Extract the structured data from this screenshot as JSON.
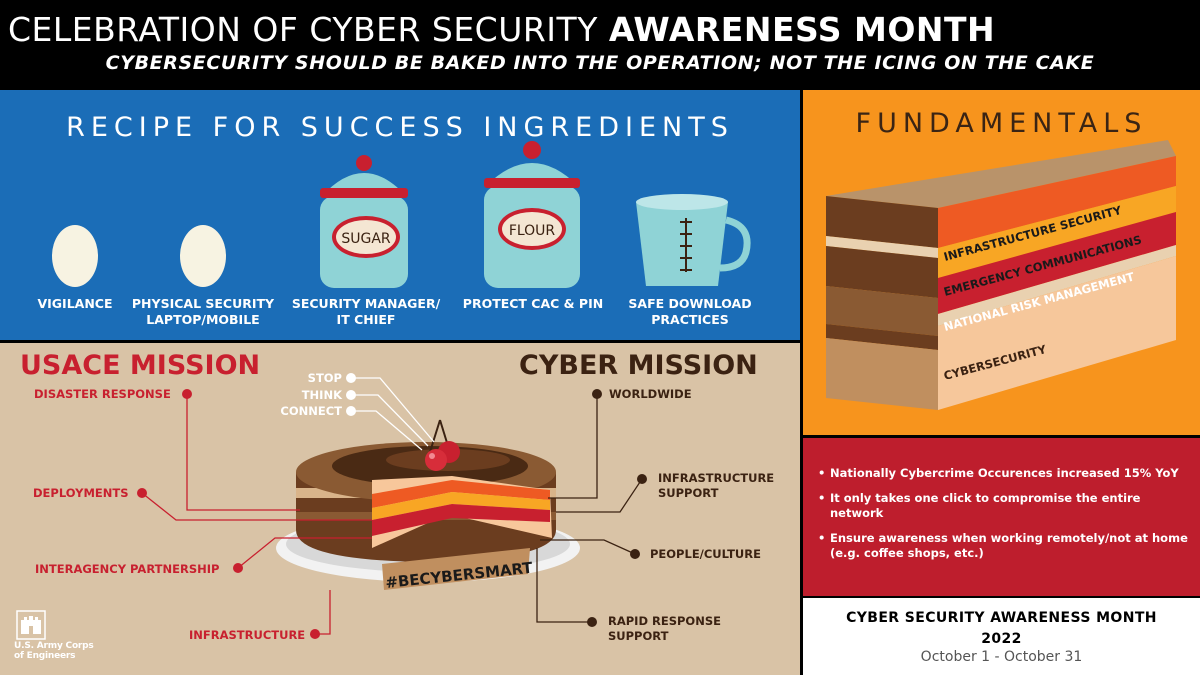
{
  "header": {
    "title_light": "CELEBRATION OF CYBER SECURITY ",
    "title_bold": "AWARENESS MONTH",
    "subtitle": "CYBERSECURITY SHOULD BE BAKED INTO THE OPERATION; NOT THE ICING ON THE CAKE"
  },
  "ingredients": {
    "title": "RECIPE FOR SUCCESS INGREDIENTS",
    "items": [
      {
        "label_1": "VIGILANCE",
        "label_2": ""
      },
      {
        "label_1": "PHYSICAL SECURITY",
        "label_2": "LAPTOP/MOBILE"
      },
      {
        "label_1": "SECURITY MANAGER/",
        "label_2": "IT CHIEF",
        "jar_text": "SUGAR"
      },
      {
        "label_1": "PROTECT CAC & PIN",
        "label_2": "",
        "jar_text": "FLOUR"
      },
      {
        "label_1": "SAFE DOWNLOAD",
        "label_2": "PRACTICES"
      }
    ]
  },
  "fundamentals": {
    "title": "FUNDAMENTALS",
    "layers": [
      "INFRASTRUCTURE SECURITY",
      "EMERGENCY COMMUNICATIONS",
      "NATIONAL RISK MANAGEMENT",
      "CYBERSECURITY"
    ]
  },
  "usace": {
    "title": "USACE MISSION",
    "items": [
      "DISASTER RESPONSE",
      "DEPLOYMENTS",
      "INTERAGENCY PARTNERSHIP",
      "INFRASTRUCTURE"
    ]
  },
  "cyber": {
    "title": "CYBER MISSION",
    "items": [
      {
        "line_1": "WORLDWIDE",
        "line_2": ""
      },
      {
        "line_1": "INFRASTRUCTURE",
        "line_2": "SUPPORT"
      },
      {
        "line_1": "PEOPLE/CULTURE",
        "line_2": ""
      },
      {
        "line_1": "RAPID RESPONSE",
        "line_2": "SUPPORT"
      }
    ]
  },
  "stc": [
    "STOP",
    "THINK",
    "CONNECT"
  ],
  "cake_plate_text": "#BECYBERSMART",
  "facts": [
    "Nationally Cybercrime Occurences increased 15% YoY",
    "It only takes one click to compromise the entire network",
    "Ensure awareness when working remotely/not at home (e.g. coffee shops, etc.)"
  ],
  "event": {
    "title_line_1": "CYBER SECURITY AWARENESS MONTH",
    "title_line_2": "2022",
    "dates": "October 1 - October 31"
  },
  "logo": {
    "line_1": "U.S. Army Corps",
    "line_2": "of Engineers"
  },
  "colors": {
    "blue": "#1b6db7",
    "orange": "#f7941d",
    "tan": "#d9c3a6",
    "red": "#be1e2d",
    "brown": "#3b2212"
  }
}
